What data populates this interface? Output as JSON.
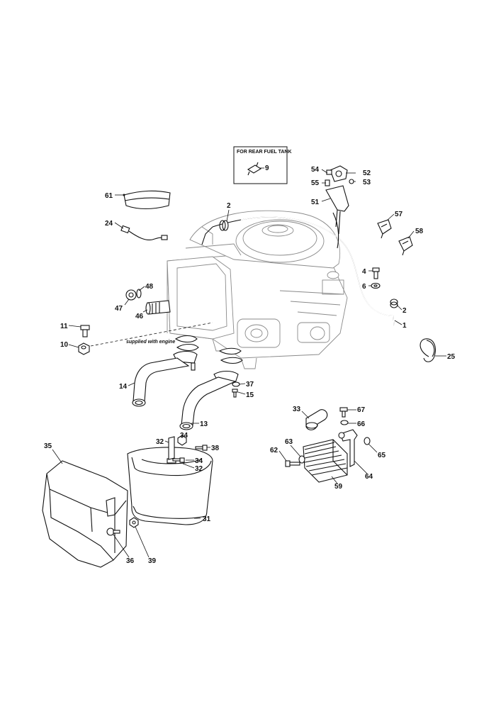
{
  "inset_box": {
    "title": "FOR REAR FUEL TANK",
    "part": "9"
  },
  "note": "supplied with engine",
  "callouts": {
    "p1": "1",
    "p2a": "2",
    "p2b": "2",
    "p4": "4",
    "p6": "6",
    "p9": "9",
    "p10": "10",
    "p11": "11",
    "p13": "13",
    "p14": "14",
    "p15": "15",
    "p24": "24",
    "p25": "25",
    "p31": "31",
    "p32a": "32",
    "p32b": "32",
    "p33": "33",
    "p34a": "34",
    "p34b": "34",
    "p35": "35",
    "p36": "36",
    "p37": "37",
    "p38": "38",
    "p39": "39",
    "p46": "46",
    "p47": "47",
    "p48": "48",
    "p51": "51",
    "p52": "52",
    "p53": "53",
    "p54": "54",
    "p55": "55",
    "p57": "57",
    "p58": "58",
    "p59": "59",
    "p61": "61",
    "p62": "62",
    "p63": "63",
    "p64": "64",
    "p65": "65",
    "p66": "66",
    "p67": "67"
  }
}
